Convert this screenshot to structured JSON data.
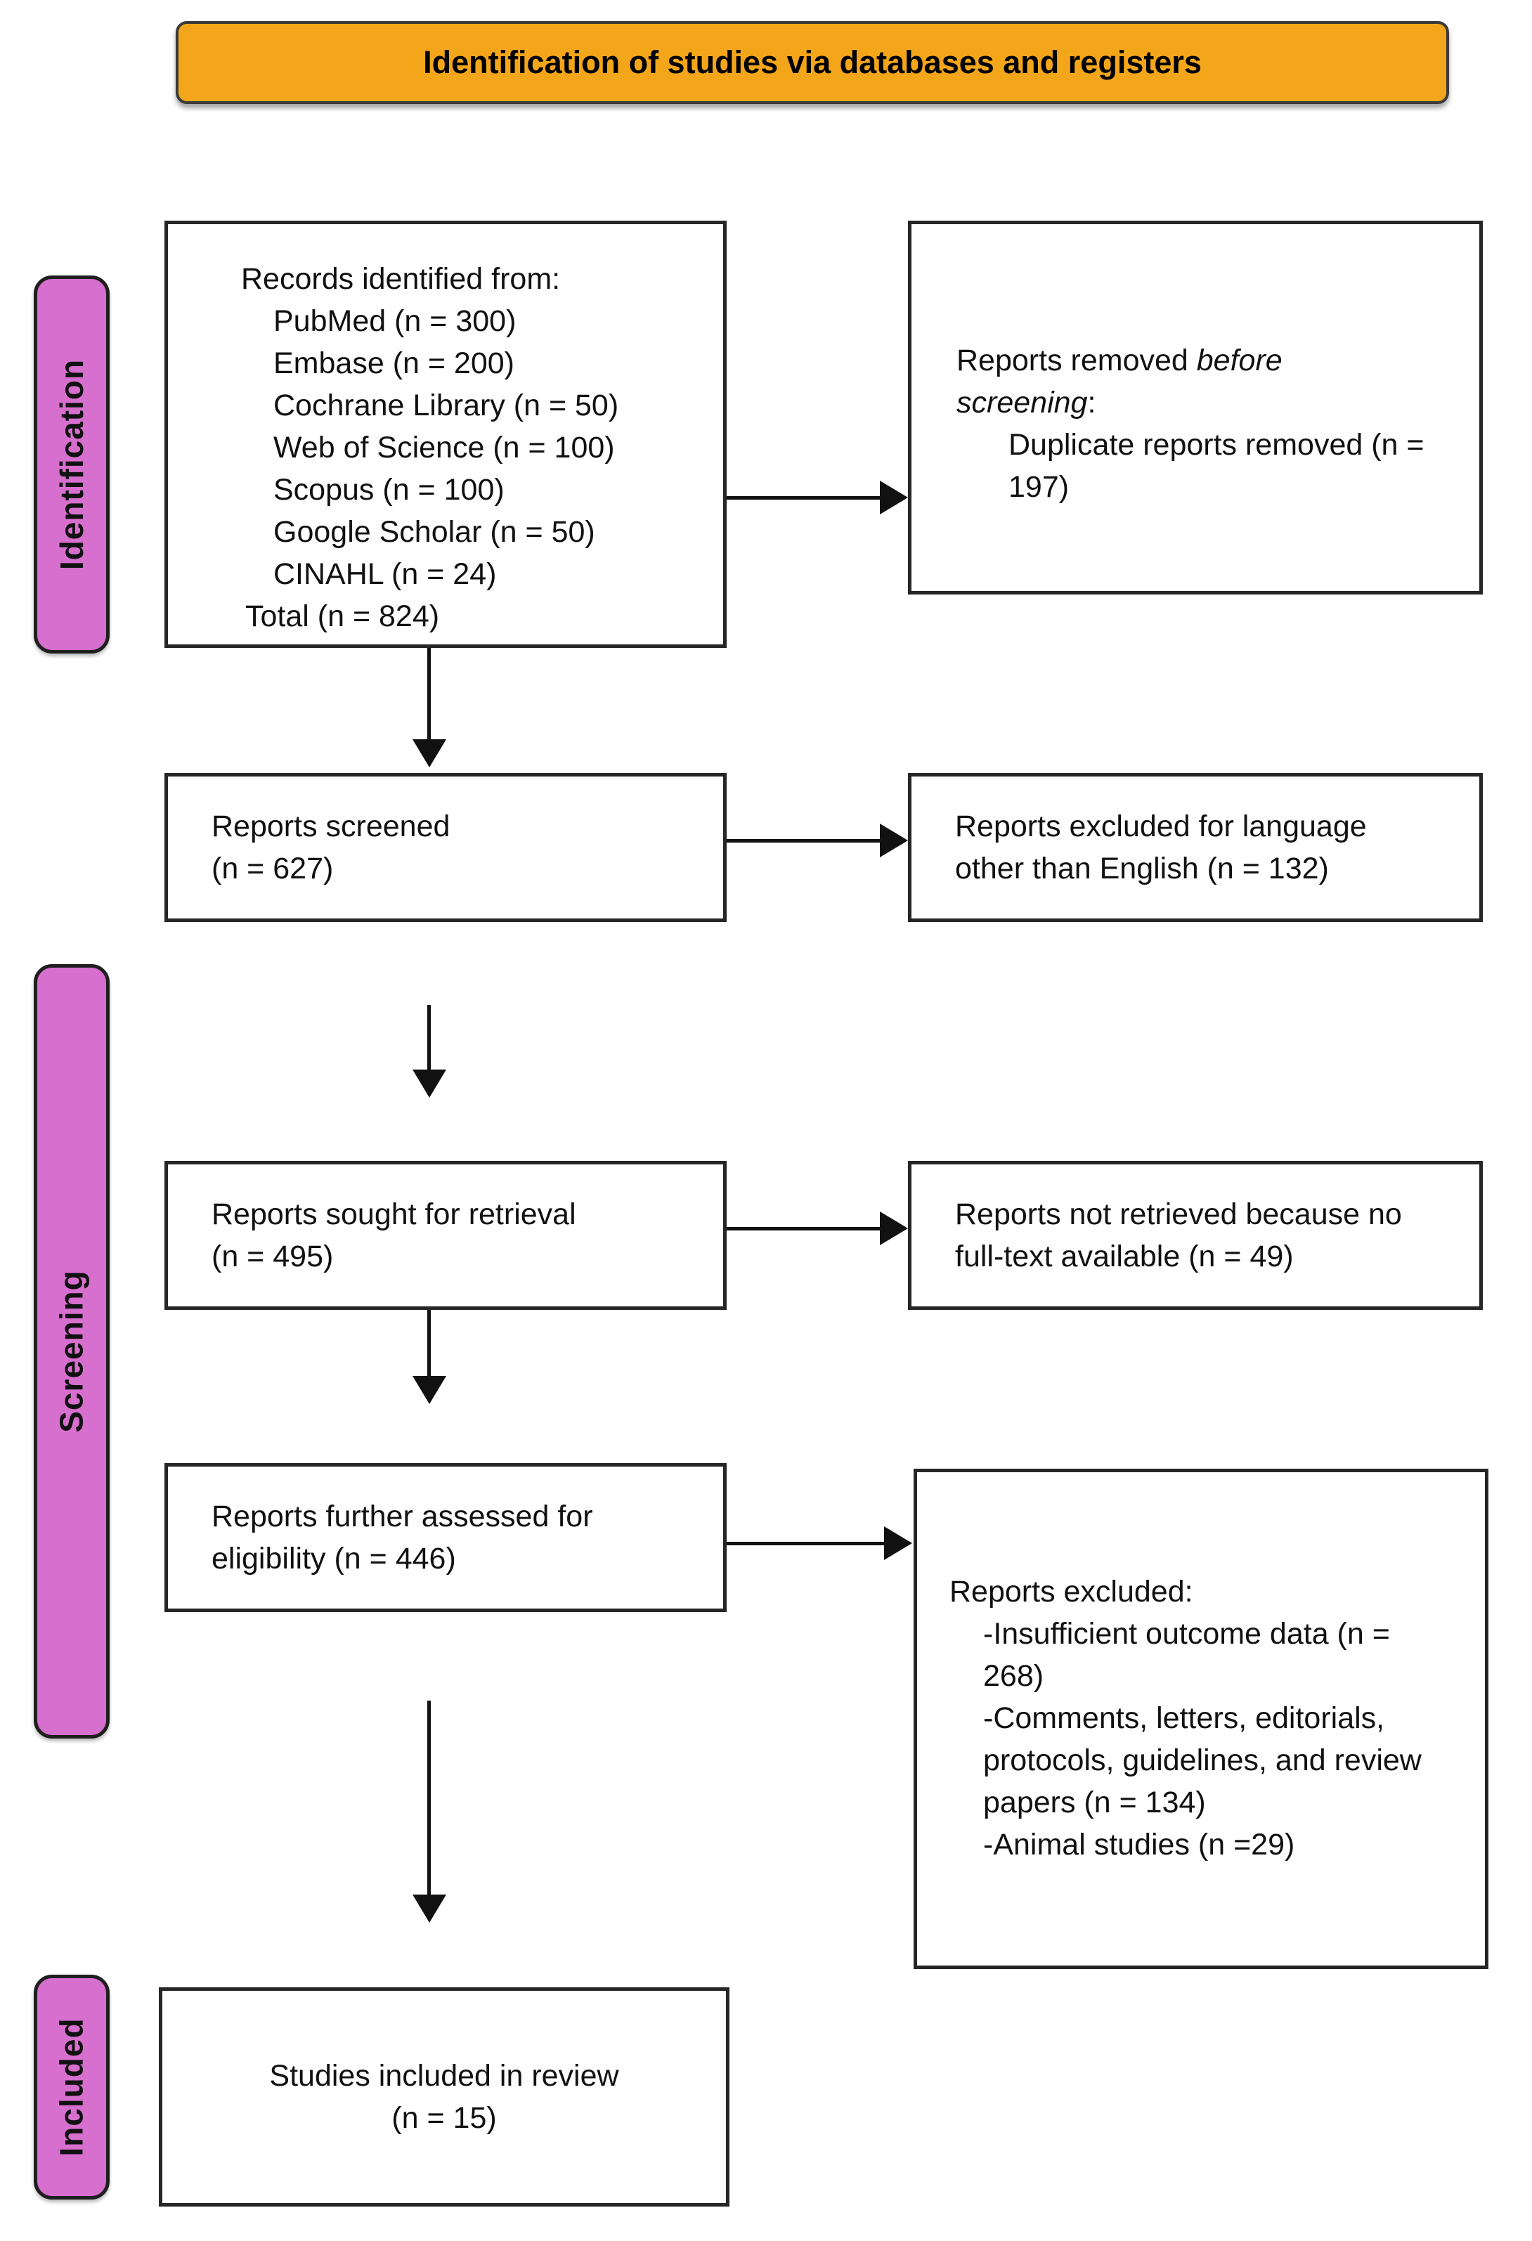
{
  "title": "Identification of studies via databases and registers",
  "colors": {
    "banner_bg": "#F4A61A",
    "stage_bg": "#D76FCE",
    "box_border": "#262626",
    "arrow": "#111111"
  },
  "stages": {
    "identification": "Identification",
    "screening": "Screening",
    "included": "Included"
  },
  "boxes": {
    "records_identified": {
      "header": "Records identified from:",
      "sources": [
        "PubMed (n = 300)",
        "Embase (n = 200)",
        "Cochrane Library (n = 50)",
        "Web of Science (n = 100)",
        "Scopus (n = 100)",
        "Google Scholar (n = 50)",
        "CINAHL (n = 24)"
      ],
      "total": "Total (n = 824)"
    },
    "reports_removed": {
      "header_prefix": "Reports removed ",
      "header_emphasis": "before screening",
      "header_suffix": ":",
      "detail": "Duplicate reports removed (n = 197)"
    },
    "reports_screened": {
      "label": "Reports screened",
      "count": "(n = 627)"
    },
    "excluded_language": {
      "text": "Reports excluded for language other than English (n = 132)"
    },
    "reports_sought": {
      "label": "Reports sought for retrieval",
      "count": "(n = 495)"
    },
    "not_retrieved": {
      "text": "Reports not retrieved because no full-text available (n = 49)"
    },
    "assessed_eligibility": {
      "text": "Reports further assessed for eligibility (n = 446)"
    },
    "reports_excluded": {
      "header": "Reports excluded:",
      "reasons": [
        "-Insufficient outcome data (n = 268)",
        "-Comments, letters, editorials, protocols, guidelines, and review papers (n = 134)",
        "-Animal studies (n =29)"
      ]
    },
    "studies_included": {
      "label": "Studies included in review",
      "count": "(n = 15)"
    }
  }
}
